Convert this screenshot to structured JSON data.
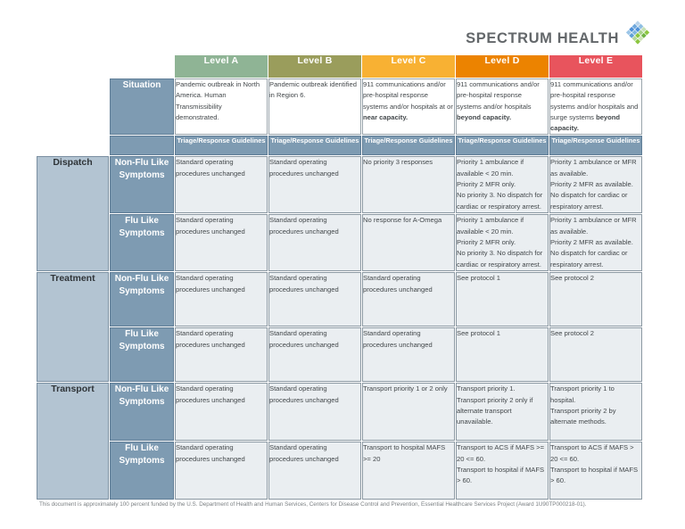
{
  "brand": {
    "name": "SPECTRUM HEALTH",
    "logo_icon": "spectrum-health-diamond-logo",
    "logo_colors": [
      "#6fa8dc",
      "#8cc63f",
      "#4d90d9",
      "#a7d28a"
    ]
  },
  "colors": {
    "level_a": "#8fb495",
    "level_b": "#9a9d5c",
    "level_c": "#f8b133",
    "level_d": "#ec8300",
    "level_e": "#e8545d",
    "group_label_bg": "#b3c4d2",
    "row_label_bg": "#7e9bb2",
    "cell_bg": "#eaeef1"
  },
  "table": {
    "levels": [
      {
        "label": "Level A"
      },
      {
        "label": "Level B"
      },
      {
        "label": "Level C"
      },
      {
        "label": "Level D"
      },
      {
        "label": "Level E"
      }
    ],
    "situation": {
      "label": "Situation",
      "cells": [
        "Pandemic outbreak in North America. Human Transmissibility demonstrated.",
        "Pandemic outbreak identified in Region 6.",
        "911 communications and/or pre-hospital response systems and/or hospitals at or near capacity.",
        "911 communications and/or pre-hospital response systems and/or hospitals beyond capacity.",
        "911 communications and/or pre-hospital response systems and/or hospitals and surge systems beyond capacity."
      ],
      "bold_fragments": [
        "near capacity.",
        "beyond capacity.",
        "and surge systems beyond capacity."
      ]
    },
    "triage_band": {
      "label": "Triage/Response Guidelines",
      "repeat": 5
    },
    "sections": [
      {
        "name": "Dispatch",
        "rows": [
          {
            "label": "Non-Flu Like Symptoms",
            "cells": [
              "Standard operating procedures unchanged",
              "Standard operating procedures unchanged",
              "No priority 3 responses",
              "Priority 1 ambulance if available < 20 min.\nPriority 2 MFR only.\nNo priority 3. No dispatch for cardiac or respiratory arrest.",
              "Priority 1 ambulance or MFR as available.\nPriority 2 MFR as available.\nNo dispatch for cardiac or respiratory arrest."
            ]
          },
          {
            "label": "Flu Like Symptoms",
            "cells": [
              "Standard operating procedures unchanged",
              "Standard operating procedures unchanged",
              "No response for A-Omega",
              "Priority 1 ambulance if available < 20 min.\nPriority 2 MFR only.\nNo priority 3. No dispatch for cardiac or respiratory arrest.",
              "Priority 1 ambulance or MFR as available.\nPriority 2 MFR as available.\nNo dispatch for cardiac or respiratory arrest."
            ]
          }
        ]
      },
      {
        "name": "Treatment",
        "rows": [
          {
            "label": "Non-Flu Like Symptoms",
            "cells": [
              "Standard operating procedures unchanged",
              "Standard operating procedures unchanged",
              "Standard operating procedures unchanged",
              "See protocol 1",
              "See protocol 2"
            ]
          },
          {
            "label": "Flu Like Symptoms",
            "cells": [
              "Standard operating procedures unchanged",
              "Standard operating procedures unchanged",
              "Standard operating procedures unchanged",
              "See protocol 1",
              "See protocol 2"
            ]
          }
        ]
      },
      {
        "name": "Transport",
        "rows": [
          {
            "label": "Non-Flu Like Symptoms",
            "cells": [
              "Standard operating procedures unchanged",
              "Standard operating procedures unchanged",
              "Transport priority 1 or 2 only",
              "Transport priority 1.\nTransport priority 2 only if alternate transport unavailable.",
              "Transport priority 1 to hospital.\nTransport priority 2 by alternate methods."
            ]
          },
          {
            "label": "Flu Like Symptoms",
            "cells": [
              "Standard operating procedures unchanged",
              "Standard operating procedures unchanged",
              "Transport to hospital MAFS >= 20",
              "Transport to ACS if MAFS >= 20 <= 60.\nTransport to hospital if MAFS > 60.",
              "Transport to ACS if MAFS > 20 <= 60.\nTransport to hospital if MAFS > 60."
            ]
          }
        ]
      }
    ]
  },
  "footer": {
    "text": "This document is approximately 100 percent funded by the U.S. Department of Health and Human Services, Centers for Disease Control and Prevention, Essential Healthcare Services Project (Award 1U90TP000218-01)."
  }
}
